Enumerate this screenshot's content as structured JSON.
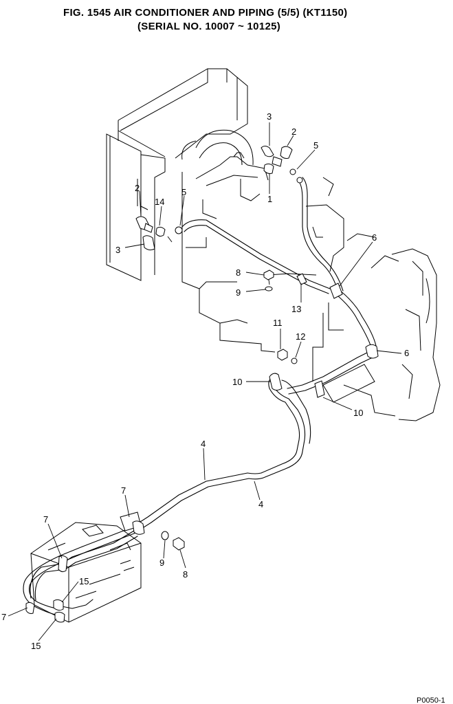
{
  "figure": {
    "title_line1": "FIG. 1545    AIR CONDITIONER AND PIPING (5/5) (KT1150)",
    "title_line2": "(SERIAL NO. 10007 ~ 10125)",
    "drawing_code": "P0050-1"
  },
  "callouts": {
    "c1": "1",
    "c2a": "2",
    "c2b": "2",
    "c3a": "3",
    "c3b": "3",
    "c4a": "4",
    "c4b": "4",
    "c5a": "5",
    "c5b": "5",
    "c6a": "6",
    "c6b": "6",
    "c7a": "7",
    "c7b": "7",
    "c7c": "7",
    "c8a": "8",
    "c8b": "8",
    "c9a": "9",
    "c9b": "9",
    "c10a": "10",
    "c10b": "10",
    "c11": "11",
    "c12": "12",
    "c13": "13",
    "c14": "14",
    "c15a": "15",
    "c15b": "15"
  }
}
